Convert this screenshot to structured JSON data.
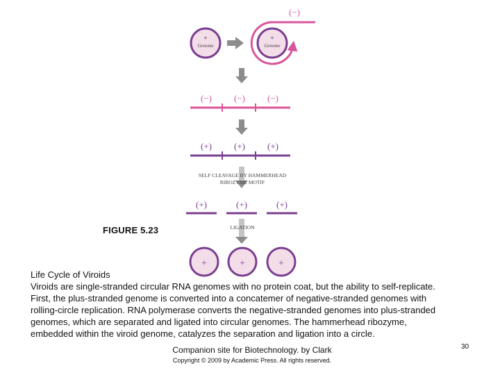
{
  "figure": {
    "minus_label": "(−)",
    "plus_label": "(+)",
    "plus_sign": "+",
    "genome_label": "Genome",
    "cleavage_line1": "SELF CLEAVAGE BY HAMMERHEAD",
    "cleavage_line2": "RIBOZYME MOTIF",
    "ligation_label": "LIGATION",
    "colors": {
      "minus_strand": "#d8559b",
      "plus_strand": "#7a3e8e",
      "arrow": "#8c8c8c",
      "genome_fill": "#f3dde9"
    }
  },
  "figure_label": "FIGURE 5.23",
  "caption": {
    "title": "Life Cycle of Viroids",
    "lines": [
      "Viroids are single-stranded circular RNA genomes with no protein coat, but the ability to self-replicate.",
      "First, the plus-stranded genome is converted into a concatemer of negative-stranded genomes with",
      "rolling-circle replication. RNA polymerase converts the negative-stranded genomes into plus-stranded",
      "genomes, which are separated and ligated into circular genomes. The hammerhead ribozyme,",
      "embedded within the viroid genome, catalyzes the separation and ligation into a circle."
    ]
  },
  "footer": {
    "companion": "Companion site for Biotechnology. by Clark",
    "copyright": "Copyright © 2009 by Academic Press. All rights reserved.",
    "slide_number": "30"
  }
}
